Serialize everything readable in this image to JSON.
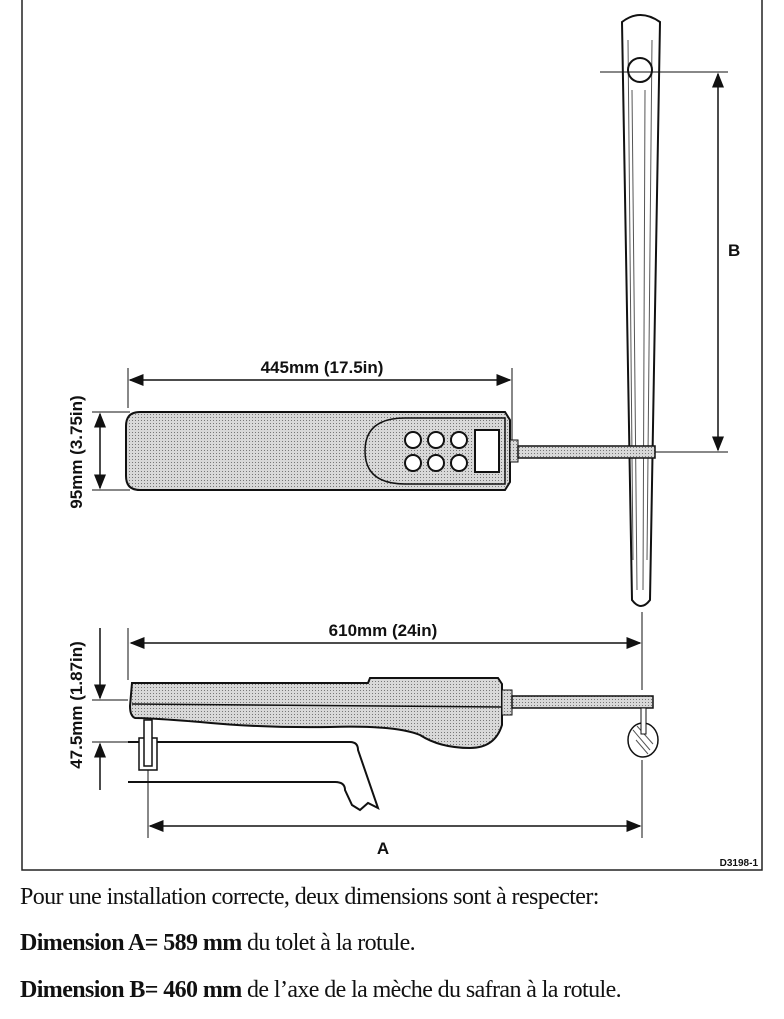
{
  "diagram": {
    "top_view": {
      "length_label": "445mm (17.5in)",
      "height_label": "95mm (3.75in)",
      "dimension_b_label": "B"
    },
    "side_view": {
      "length_label": "610mm (24in)",
      "height_label_upper": "47.5mm (1.87in)",
      "dimension_a_label": "A"
    },
    "figure_id": "D3198-1"
  },
  "caption": {
    "intro": "Pour une installation correcte, deux dimensions sont à respecter:",
    "dim_a_bold": "Dimension A= 589 mm",
    "dim_a_text": " du tolet à la rotule.",
    "dim_b_bold": "Dimension B= 460 mm",
    "dim_b_text": " de l’axe de la mèche du safran à la rotule."
  }
}
